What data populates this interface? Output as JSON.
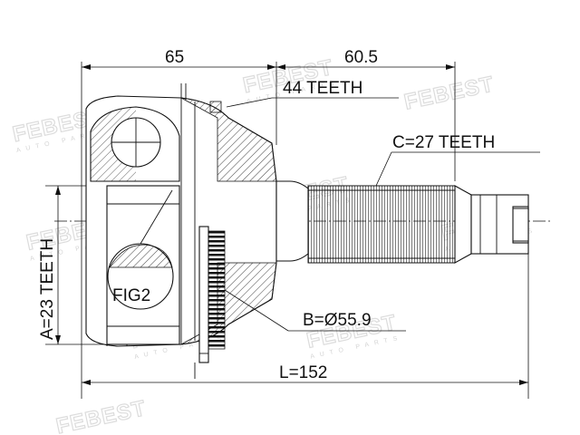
{
  "watermark": {
    "brand": "FEBEST",
    "sub": "AUTO PARTS"
  },
  "dimensions": {
    "top_left": "65",
    "top_right": "60.5",
    "bottom_length": "L=152"
  },
  "labels": {
    "outer_teeth": "44 TEETH",
    "shaft_teeth": "C=27 TEETH",
    "inner_teeth": "A=23 TEETH",
    "ring_diameter": "B=Ø55.9",
    "figure": "FIG2"
  }
}
